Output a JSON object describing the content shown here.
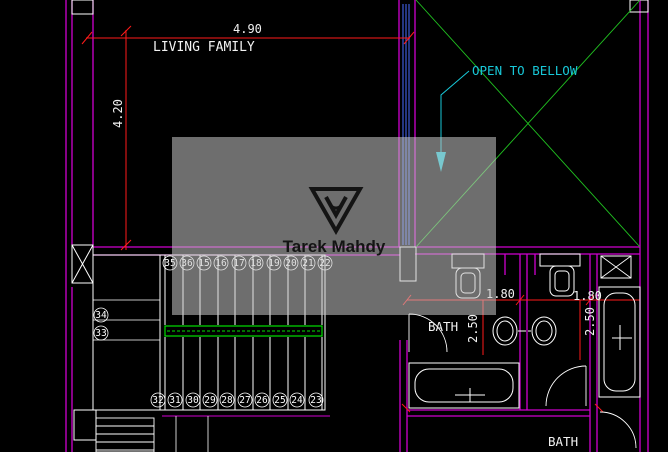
{
  "drawing": {
    "rooms": {
      "living": "LIVING FAMILY",
      "bath1": "BATH",
      "bath2": "BATH"
    },
    "note": "OPEN TO BELLOW",
    "dimensions": {
      "living_width": "4.90",
      "living_height": "4.20",
      "bath1_width": "1.80",
      "bath2_width": "1.80",
      "bath1_height": "2.50",
      "bath2_height": "2.50"
    },
    "stairs": {
      "upper": [
        "15",
        "16",
        "17",
        "18",
        "19",
        "20",
        "21",
        "22"
      ],
      "upper_left": [
        "35",
        "36"
      ],
      "landing": [
        "34",
        "33"
      ],
      "lower": [
        "32",
        "31",
        "30",
        "29",
        "28",
        "27",
        "26",
        "25",
        "24",
        "23"
      ]
    }
  },
  "watermark": {
    "name": "Tarek Mahdy"
  },
  "colors": {
    "background": "#000000",
    "wall": "#d000d0",
    "dimension": "#ff1a1a",
    "note": "#18c8d8",
    "stair": "#ffffff",
    "fixture": "#ffffff",
    "cut": "#00e000",
    "glass": "#4a6cff"
  }
}
